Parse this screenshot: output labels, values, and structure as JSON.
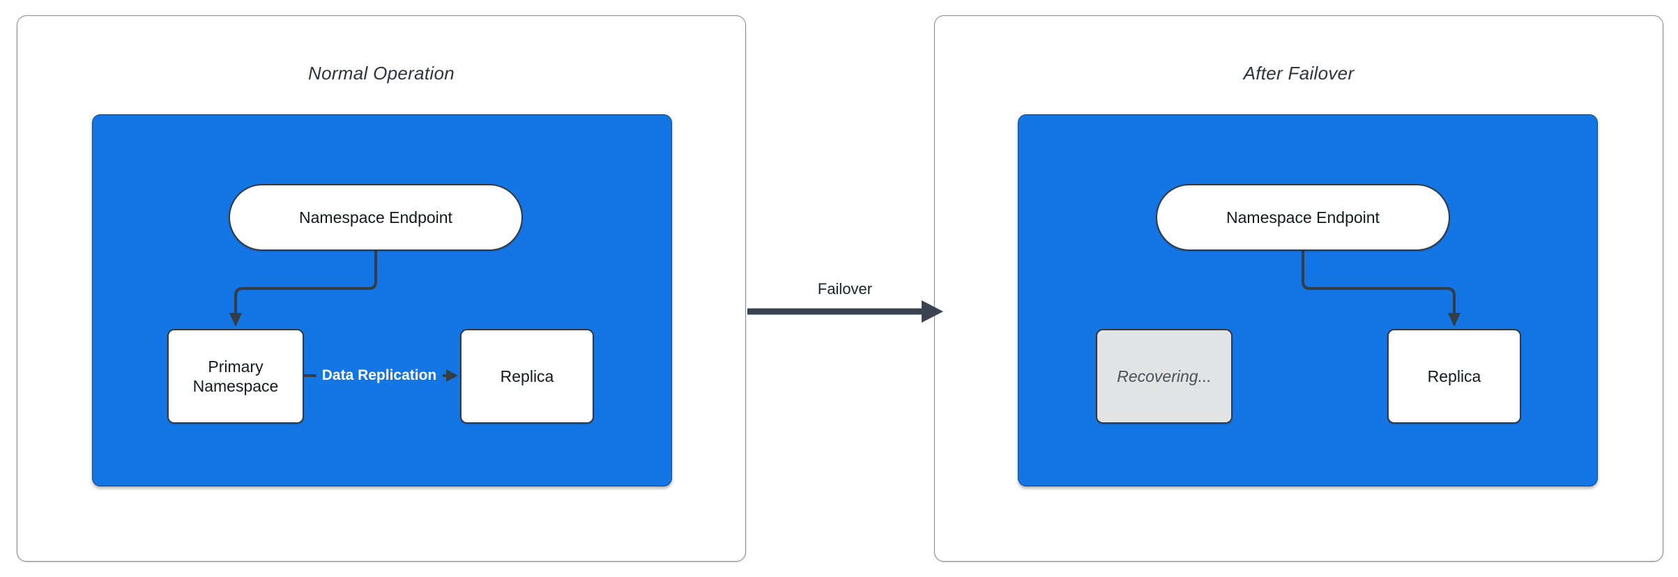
{
  "diagram": {
    "left_panel": {
      "title": "Normal Operation",
      "nodes": {
        "endpoint": "Namespace Endpoint",
        "primary": "Primary Namespace",
        "replica": "Replica"
      },
      "edge_label": "Data Replication"
    },
    "right_panel": {
      "title": "After Failover",
      "nodes": {
        "endpoint": "Namespace Endpoint",
        "recovering": "Recovering...",
        "replica": "Replica"
      }
    },
    "transition": {
      "label": "Failover"
    },
    "colors": {
      "cluster_fill": "#1476E4",
      "node_fill": "#ffffff",
      "recovering_fill": "#e2e3e5",
      "edge_stroke": "#363c44",
      "node_border": "#343a40",
      "panel_border": "#8a8a8a",
      "edge_label_text": "#ffffff",
      "node_text": "#16191d",
      "title_text": "#2e343b"
    }
  }
}
